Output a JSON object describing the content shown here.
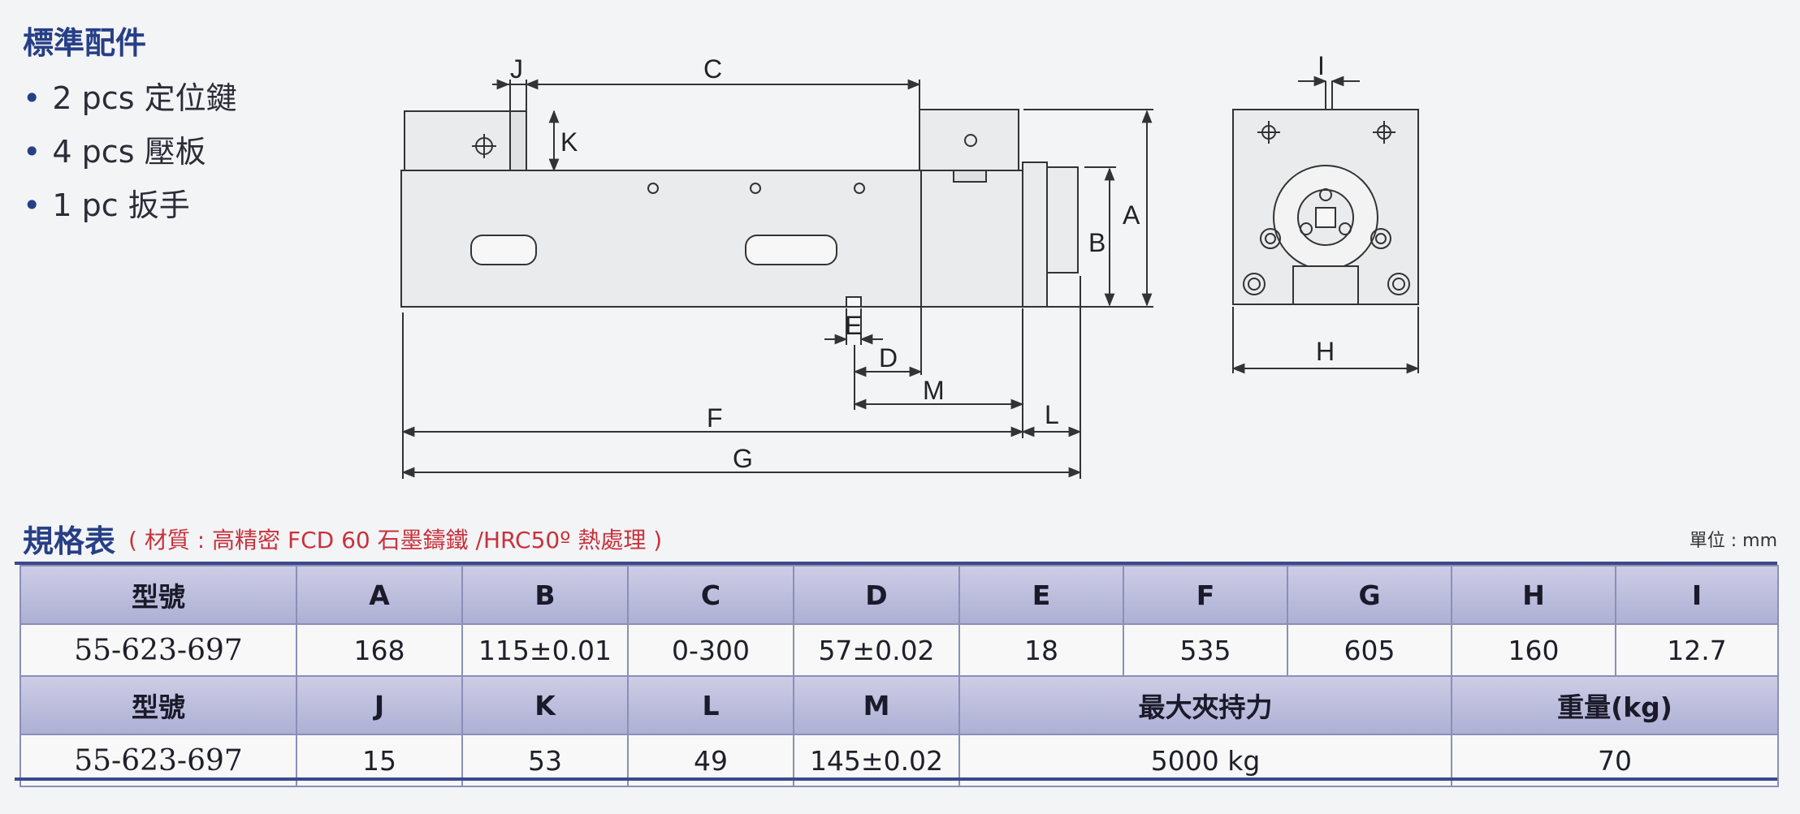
{
  "accessories": {
    "title": "標準配件",
    "items": [
      "2 pcs 定位鍵",
      "4 pcs 壓板",
      "1 pc 扳手"
    ]
  },
  "drawing": {
    "labels": {
      "J": "J",
      "C": "C",
      "K": "K",
      "A": "A",
      "B": "B",
      "E": "E",
      "D": "D",
      "M": "M",
      "F": "F",
      "L": "L",
      "G": "G",
      "I": "I",
      "H": "H"
    }
  },
  "spec": {
    "title": "規格表",
    "material": "( 材質 : 高精密 FCD 60 石墨鑄鐵 /HRC50º 熱處理 )",
    "unit": "單位 : mm",
    "row1_headers": [
      "型號",
      "A",
      "B",
      "C",
      "D",
      "E",
      "F",
      "G",
      "H",
      "I"
    ],
    "row1_values": [
      "55-623-697",
      "168",
      "115±0.01",
      "0-300",
      "57±0.02",
      "18",
      "535",
      "605",
      "160",
      "12.7"
    ],
    "row2_headers": [
      "型號",
      "J",
      "K",
      "L",
      "M",
      "最大夾持力",
      "重量(kg)"
    ],
    "row2_values": [
      "55-623-697",
      "15",
      "53",
      "49",
      "145±0.02",
      "5000 kg",
      "70"
    ]
  },
  "colors": {
    "title_blue": "#273f86",
    "material_red": "#c8323c",
    "header_fill": "#b8bada",
    "drawing_fill": "#e9ebec"
  }
}
